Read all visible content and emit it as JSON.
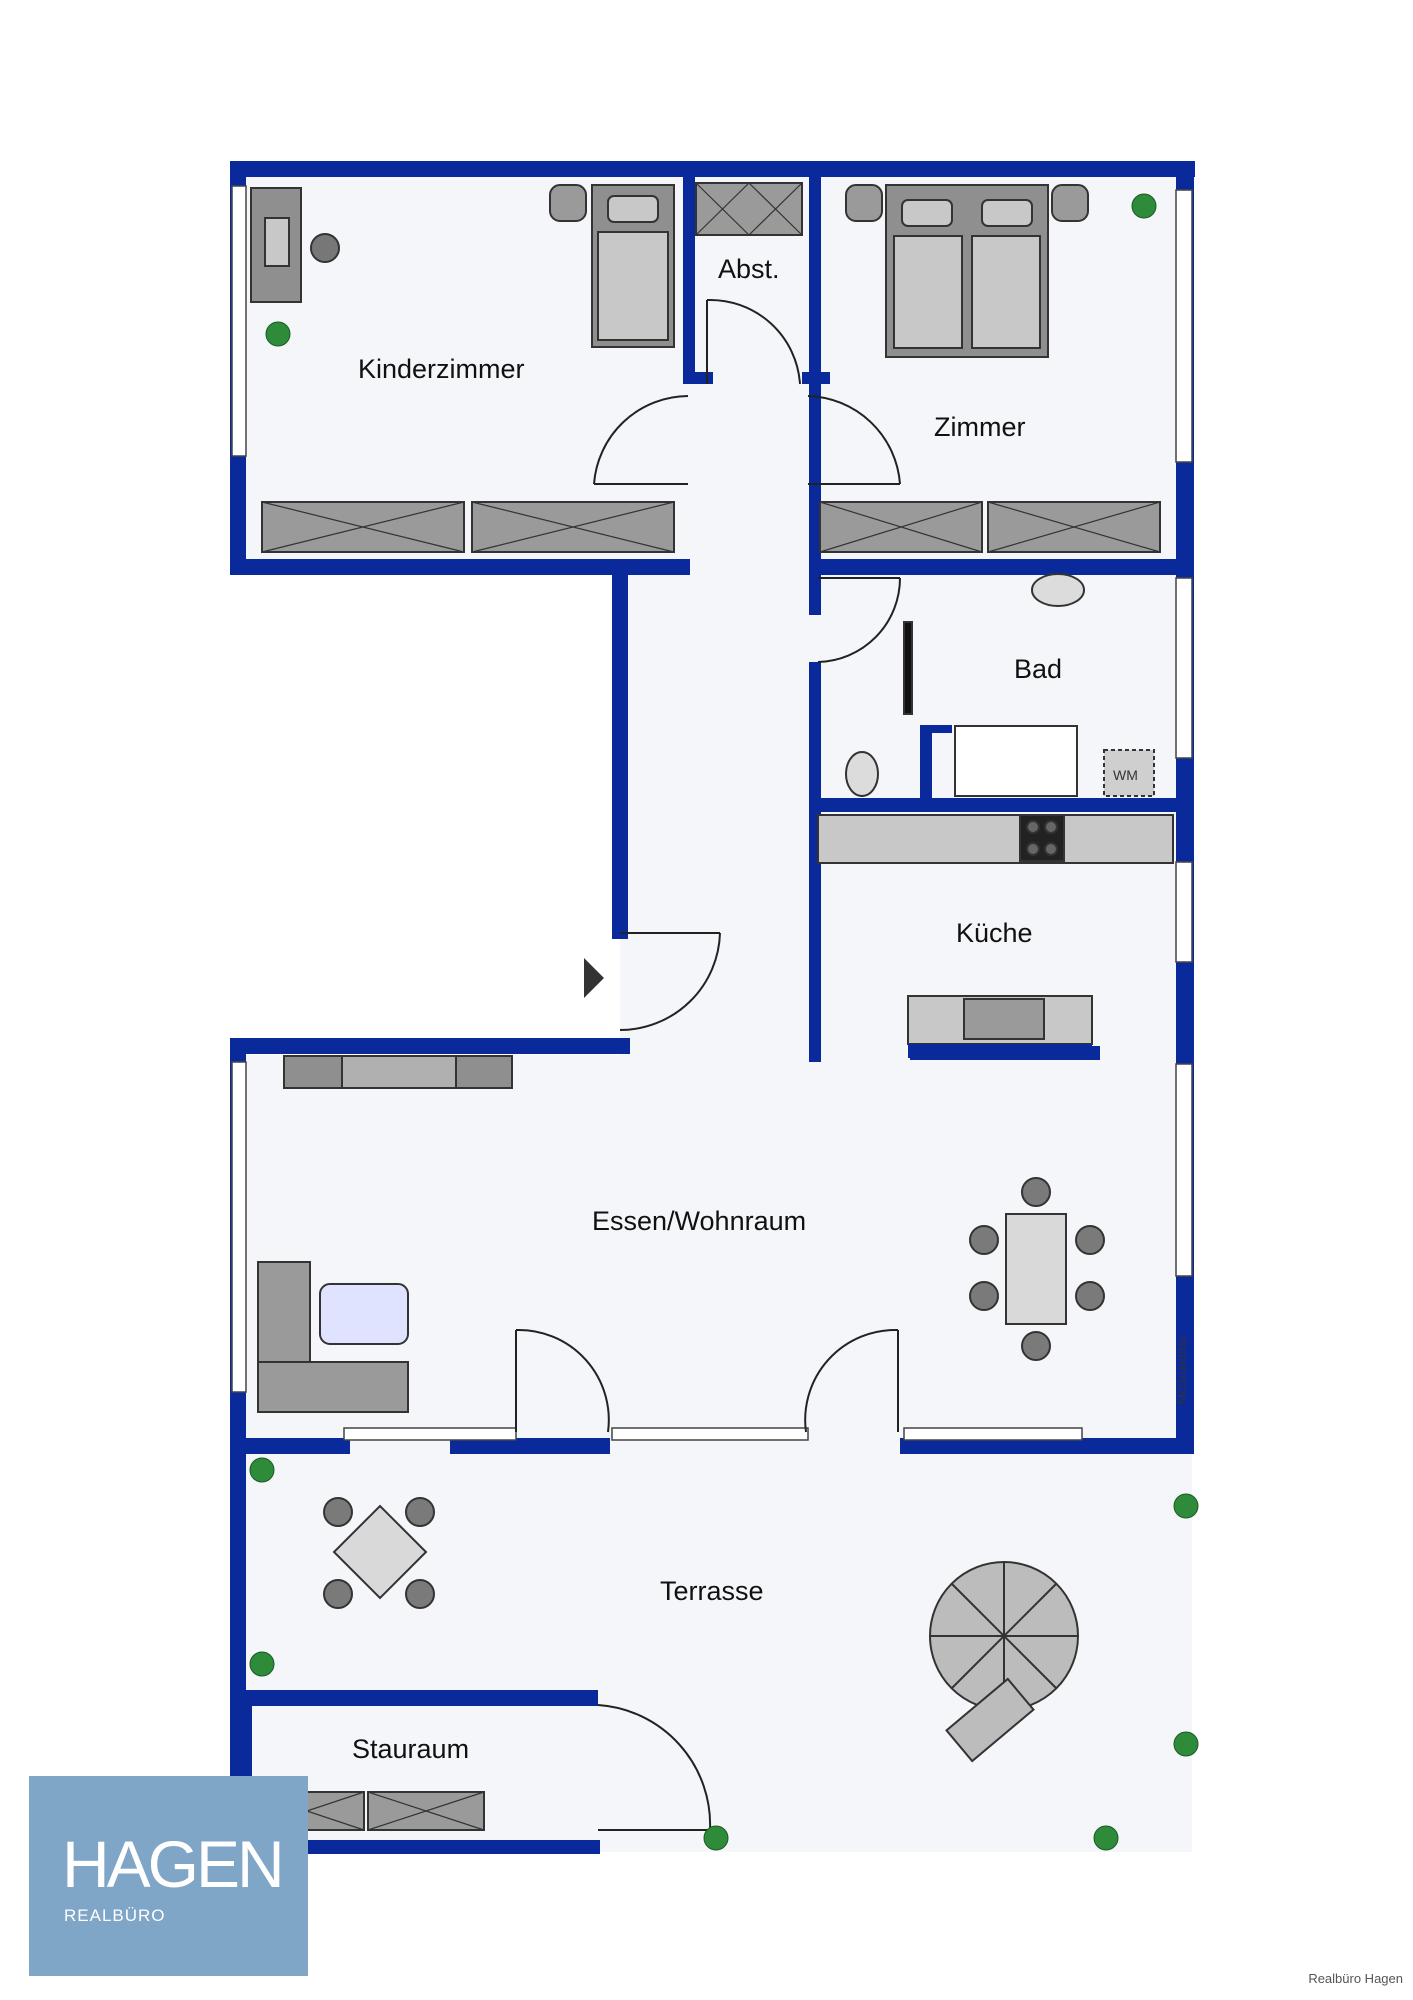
{
  "rooms": {
    "kinderzimmer": "Kinderzimmer",
    "abst": "Abst.",
    "zimmer": "Zimmer",
    "bad": "Bad",
    "kueche": "Küche",
    "wohnraum": "Essen/Wohnraum",
    "terrasse": "Terrasse",
    "stauraum": "Stauraum"
  },
  "appliance_label": "WM",
  "watermark": "McGrundriss",
  "logo": {
    "name": "HAGEN",
    "subtitle": "REALBÜRO"
  },
  "credit": "Realbüro Hagen",
  "colors": {
    "wall": "#0a2a9c",
    "floor": "#f5f6fa",
    "furniture": "#9a9a9a",
    "logo_bg": "#7fa5c7"
  }
}
